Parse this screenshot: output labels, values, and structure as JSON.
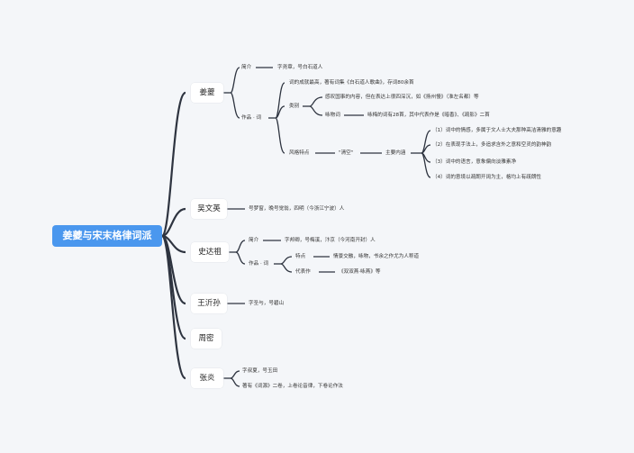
{
  "root": "姜夔与宋末格律词派",
  "jiangkui": {
    "name": "姜夔",
    "intro_label": "简介",
    "intro_text": "字尧章，号白石道人",
    "works_label": "作品 · 词",
    "summary": "词的成就最高，著有词集《白石道人歌曲》，存词80余首",
    "category_label": "类别",
    "cat1": "感叹国事的内容，但在表达上很四深沉，如《扬州慢》（淮左名都）等",
    "cat2_label": "咏物词",
    "cat2_text": "咏梅的词有28首，其中代表作是《暗香》、《疏影》二首",
    "style_label": "风格特点",
    "qingkong": "\"清空\"",
    "features_label": "主要内涵",
    "features": [
      "（1）词中的情感，多属于文人士大夫那种高洁清雅的意趣",
      "（2）在表现手法上，多追求含外之意和空灵的韵神韵",
      "（3）词中的语言，意象偏向淡雅素净",
      "（4）词的意境以疏朗开阔为主，格均上有疏朗性"
    ]
  },
  "wu": {
    "name": "吴文英",
    "text": "号梦窗，晚号觉翁，四明（今浙江宁波）人"
  },
  "shi": {
    "name": "史达祖",
    "intro_label": "简介",
    "intro_text": "字邦卿，号梅溪，汴京（今河南开封）人",
    "works_label": "作品 · 词",
    "feature_label": "特点",
    "feature_text": "情景交融，咏物，书余之作尤为人称道",
    "rep_label": "代表作",
    "rep_text": "《双双燕·咏燕》等"
  },
  "wang": {
    "name": "王沂孙",
    "text": "字圣与，号碧山"
  },
  "zhou": {
    "name": "周密"
  },
  "zhang": {
    "name": "张炎",
    "text1": "字叔夏，号玉田",
    "text2": "著有《词源》二卷，上卷论音律，下卷论作法"
  }
}
